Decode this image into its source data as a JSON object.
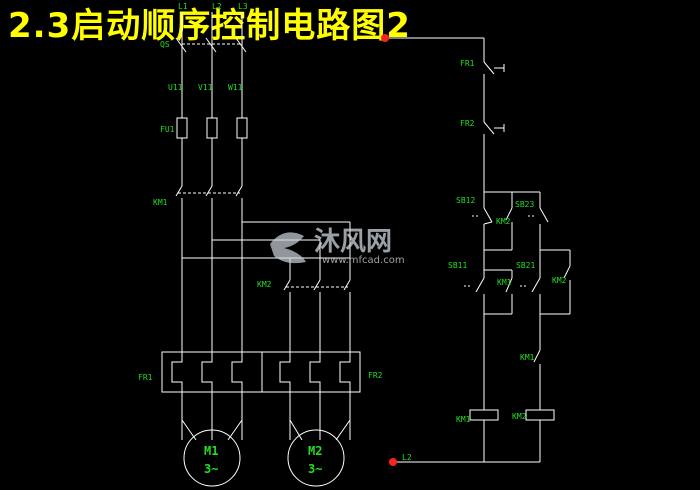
{
  "title": "2.3启动顺序控制电路图2",
  "watermark": {
    "brand": "沐风网",
    "site": "www.mfcad.com"
  },
  "power": {
    "lines": [
      "L1",
      "L2",
      "L3"
    ],
    "terminals": [
      "U11",
      "V11",
      "W11"
    ],
    "neutral": "L2"
  },
  "labels": {
    "qs": "QS",
    "fu1": "FU1",
    "km1_main": "KM1",
    "km2_main": "KM2",
    "fr1": "FR1",
    "fr2": "FR2",
    "control_fr1": "FR1",
    "control_fr2": "FR2",
    "sb12": "SB12",
    "sb23": "SB23",
    "km2_aux_a": "KM2",
    "sb11": "SB11",
    "km1_aux": "KM1",
    "sb21": "SB21",
    "km2_aux_b": "KM2",
    "km1_aux_c": "KM1",
    "coil_km1": "KM1",
    "coil_km2": "KM2"
  },
  "motors": [
    {
      "name": "M1",
      "phase": "3~"
    },
    {
      "name": "M2",
      "phase": "3~"
    }
  ],
  "colors": {
    "title": "#ffff00",
    "label": "#22dd22",
    "wire": "#ffffff",
    "node": "#ff2020",
    "background": "#000000"
  }
}
